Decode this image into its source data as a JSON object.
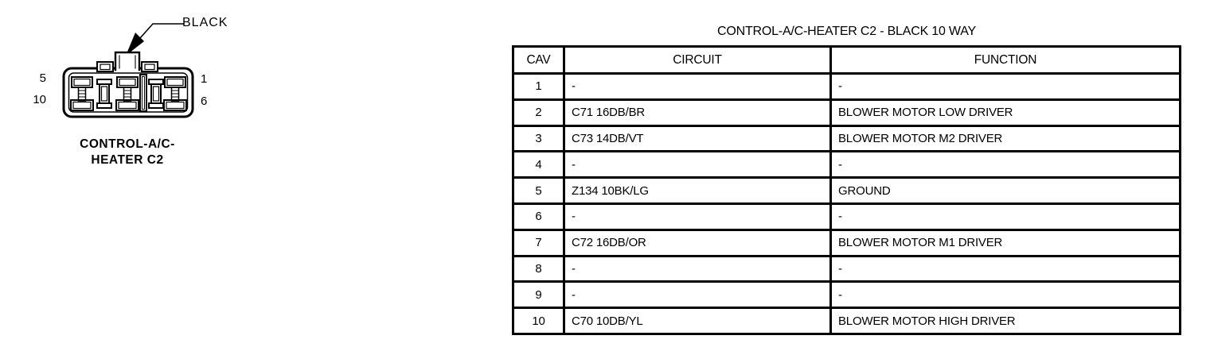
{
  "colors": {
    "ink": "#000000",
    "paper": "#ffffff"
  },
  "diagram": {
    "color_callout": "BLACK",
    "caption_line1": "CONTROL-A/C-",
    "caption_line2": "HEATER C2",
    "pins": {
      "left_top": "5",
      "left_bottom": "10",
      "right_top": "1",
      "right_bottom": "6"
    }
  },
  "table": {
    "title": "CONTROL-A/C-HEATER C2 - BLACK 10 WAY",
    "headers": [
      "CAV",
      "CIRCUIT",
      "FUNCTION"
    ],
    "rows": [
      {
        "cav": "1",
        "circuit": "-",
        "function": "-"
      },
      {
        "cav": "2",
        "circuit": "C71 16DB/BR",
        "function": "BLOWER MOTOR LOW DRIVER"
      },
      {
        "cav": "3",
        "circuit": "C73 14DB/VT",
        "function": "BLOWER MOTOR M2 DRIVER"
      },
      {
        "cav": "4",
        "circuit": "-",
        "function": "-"
      },
      {
        "cav": "5",
        "circuit": "Z134 10BK/LG",
        "function": "GROUND"
      },
      {
        "cav": "6",
        "circuit": "-",
        "function": "-"
      },
      {
        "cav": "7",
        "circuit": "C72 16DB/OR",
        "function": "BLOWER MOTOR M1 DRIVER"
      },
      {
        "cav": "8",
        "circuit": "-",
        "function": "-"
      },
      {
        "cav": "9",
        "circuit": "-",
        "function": "-"
      },
      {
        "cav": "10",
        "circuit": "C70 10DB/YL",
        "function": "BLOWER MOTOR HIGH DRIVER"
      }
    ]
  }
}
